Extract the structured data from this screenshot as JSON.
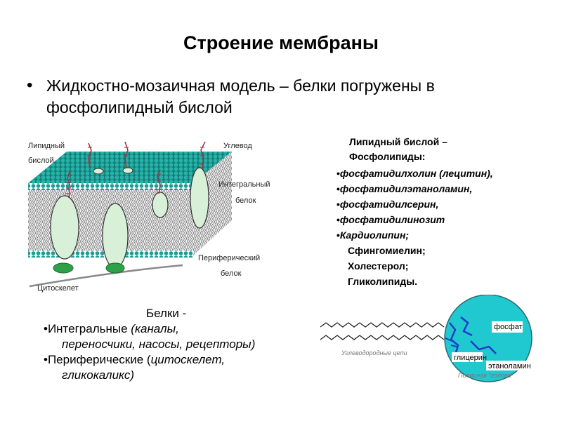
{
  "slide": {
    "title": "Строение мембраны",
    "intro": "Жидкостно-мозаичная модель – белки погружены в фосфолипидный бислой"
  },
  "diagram": {
    "lipid_label_1": "Липидный",
    "lipid_label_2": "бислой",
    "carb_label": "Углевод",
    "integral_label_1": "Интегральный",
    "integral_label_2": "белок",
    "peripheral_label_1": "Периферический",
    "peripheral_label_2": "белок",
    "cytoskeleton_label": "Цитоскелет"
  },
  "lipids": {
    "heading_1": "Липидный бислой –",
    "heading_2": "Фосфолипиды:",
    "items": [
      "фосфатидилхолин (лецитин),",
      "фосфатидилэтаноламин,",
      "фосфатидилсерин,",
      "фосфатидилинозит",
      "Кардиолипин;"
    ],
    "extra": [
      "Сфингомиелин;",
      "Холестерол;",
      "Гликолипиды."
    ]
  },
  "proteins": {
    "heading": "Белки -",
    "integral_term": "Интегральные",
    "integral_detail_1": "(каналы,",
    "integral_detail_2": "переносчики, насосы, рецепторы)",
    "peripheral_term": "Периферические",
    "peripheral_open": "(",
    "peripheral_detail_1": "цитоскелет,",
    "peripheral_detail_2": "гликокаликс)"
  },
  "molecule": {
    "tail_caption": "Углеводородные цепи",
    "phosphate": "фосфат",
    "glycerol": "глицерин",
    "ethanolamine": "этаноламин",
    "head_caption": "Полярная \"голова\""
  },
  "colors": {
    "teal": "#20a8a0",
    "protein_fill": "#d8f0d8",
    "peripheral_green": "#2ea04a",
    "head_cyan": "#20c8d0",
    "chain_blue": "#1e3cc8"
  }
}
